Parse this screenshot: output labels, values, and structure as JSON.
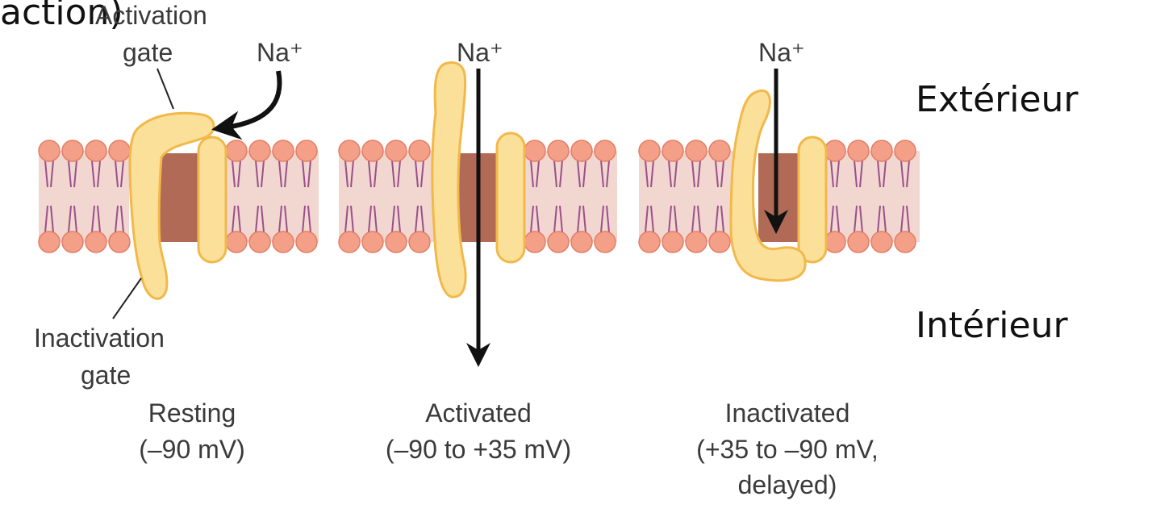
{
  "top_cut_label": "action)",
  "labels": {
    "activation_gate_1": "Activation",
    "activation_gate_2": "gate",
    "inactivation_gate_1": "Inactivation",
    "inactivation_gate_2": "gate"
  },
  "ion": "Na⁺",
  "side": {
    "outside": "Extérieur",
    "inside": "Intérieur"
  },
  "states": [
    {
      "name": "Resting",
      "detail_1": "(–90 mV)",
      "detail_2": ""
    },
    {
      "name": "Activated",
      "detail_1": "(–90 to +35 mV)",
      "detail_2": ""
    },
    {
      "name": "Inactivated",
      "detail_1": "(+35 to –90 mV,",
      "detail_2": "delayed)"
    }
  ],
  "colors": {
    "head": "#f4a088",
    "head_stroke": "#e27e66",
    "membrane_bg": "#f1d7d0",
    "tail": "#9b4f8a",
    "channel": "#b06a55",
    "gate_fill": "#fbe09a",
    "gate_stroke": "#f2b84a",
    "arrow": "#111111"
  }
}
